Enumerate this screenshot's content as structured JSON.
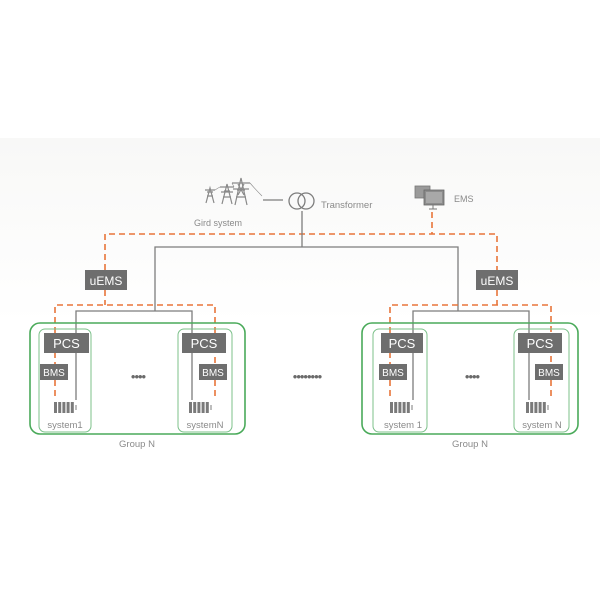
{
  "colors": {
    "power_line": "#7d7d7d",
    "comm_line": "#e8753a",
    "group_border": "#4aaa5a",
    "box_fill": "#6e6e6e",
    "label": "#8a8a8a"
  },
  "top": {
    "grid_label": "Gird system",
    "transformer_label": "Transformer",
    "ems_label": "EMS",
    "grid_icon": "power-tower-icon",
    "transformer_icon": "transformer-icon",
    "ems_icon": "computer-monitors-icon"
  },
  "between_groups_ellipsis": "••••••••",
  "groups": [
    {
      "uems_label": "uEMS",
      "group_label": "Group N",
      "ellipsis": "••••",
      "systems": [
        {
          "pcs": "PCS",
          "bms": "BMS",
          "name": "system1",
          "icon": "battery-icon"
        },
        {
          "pcs": "PCS",
          "bms": "BMS",
          "name": "systemN",
          "icon": "battery-icon"
        }
      ]
    },
    {
      "uems_label": "uEMS",
      "group_label": "Group N",
      "ellipsis": "••••",
      "systems": [
        {
          "pcs": "PCS",
          "bms": "BMS",
          "name": "system 1",
          "icon": "battery-icon"
        },
        {
          "pcs": "PCS",
          "bms": "BMS",
          "name": "system N",
          "icon": "battery-icon"
        }
      ]
    }
  ]
}
